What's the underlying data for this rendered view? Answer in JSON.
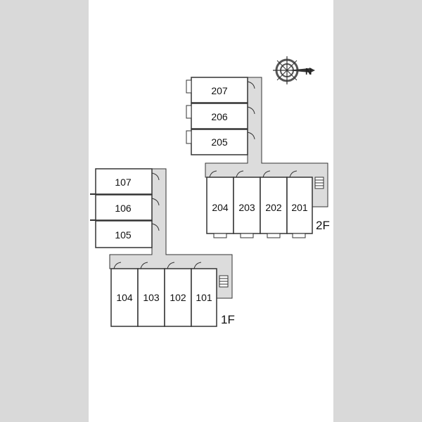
{
  "compass": {
    "label": "N",
    "icon": "compass-rose-icon"
  },
  "floors": [
    {
      "label": "1F",
      "rooms": [
        "104",
        "103",
        "102",
        "101",
        "107",
        "106",
        "105"
      ]
    },
    {
      "label": "2F",
      "rooms": [
        "204",
        "203",
        "202",
        "201",
        "207",
        "206",
        "205"
      ]
    }
  ],
  "colors": {
    "paper": "#ffffff",
    "margin": "#d9d9d9",
    "corridor": "#dcdcdc",
    "line": "#333333"
  }
}
